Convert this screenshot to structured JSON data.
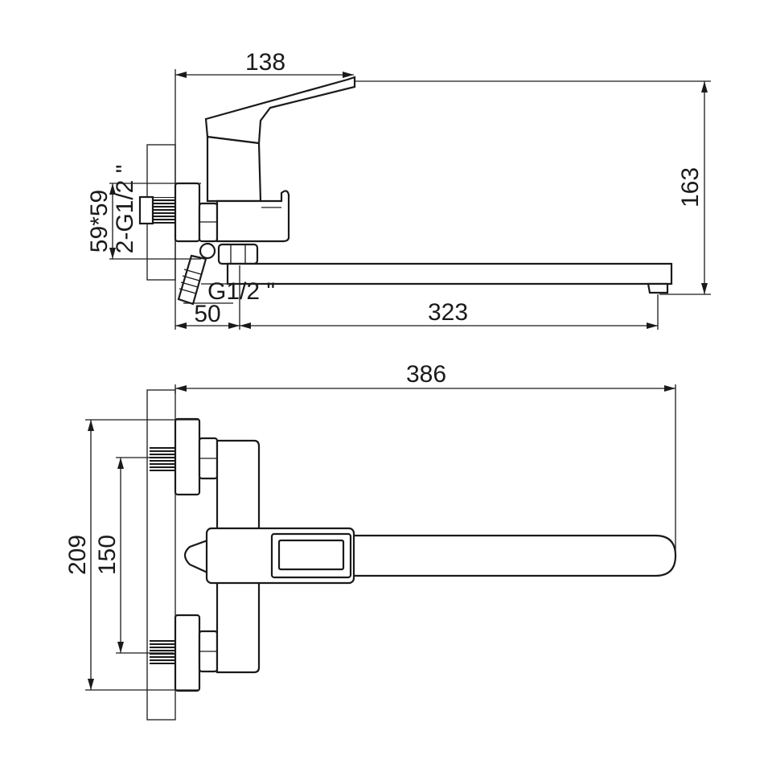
{
  "title": "Wall-mounted mixer faucet dimension drawing",
  "side_view": {
    "handle_reach": "138",
    "height": "163",
    "mounting_plate": "59*59",
    "inlet_thread": "2-G1/2 \"",
    "outlet_thread": "G1/2 \"",
    "wall_offset": "50",
    "spout_reach": "323"
  },
  "top_view": {
    "overall_length": "386",
    "overall_width": "209",
    "inlet_centers": "150"
  },
  "colors": {
    "line": "#1a1a1a",
    "background": "#ffffff"
  }
}
